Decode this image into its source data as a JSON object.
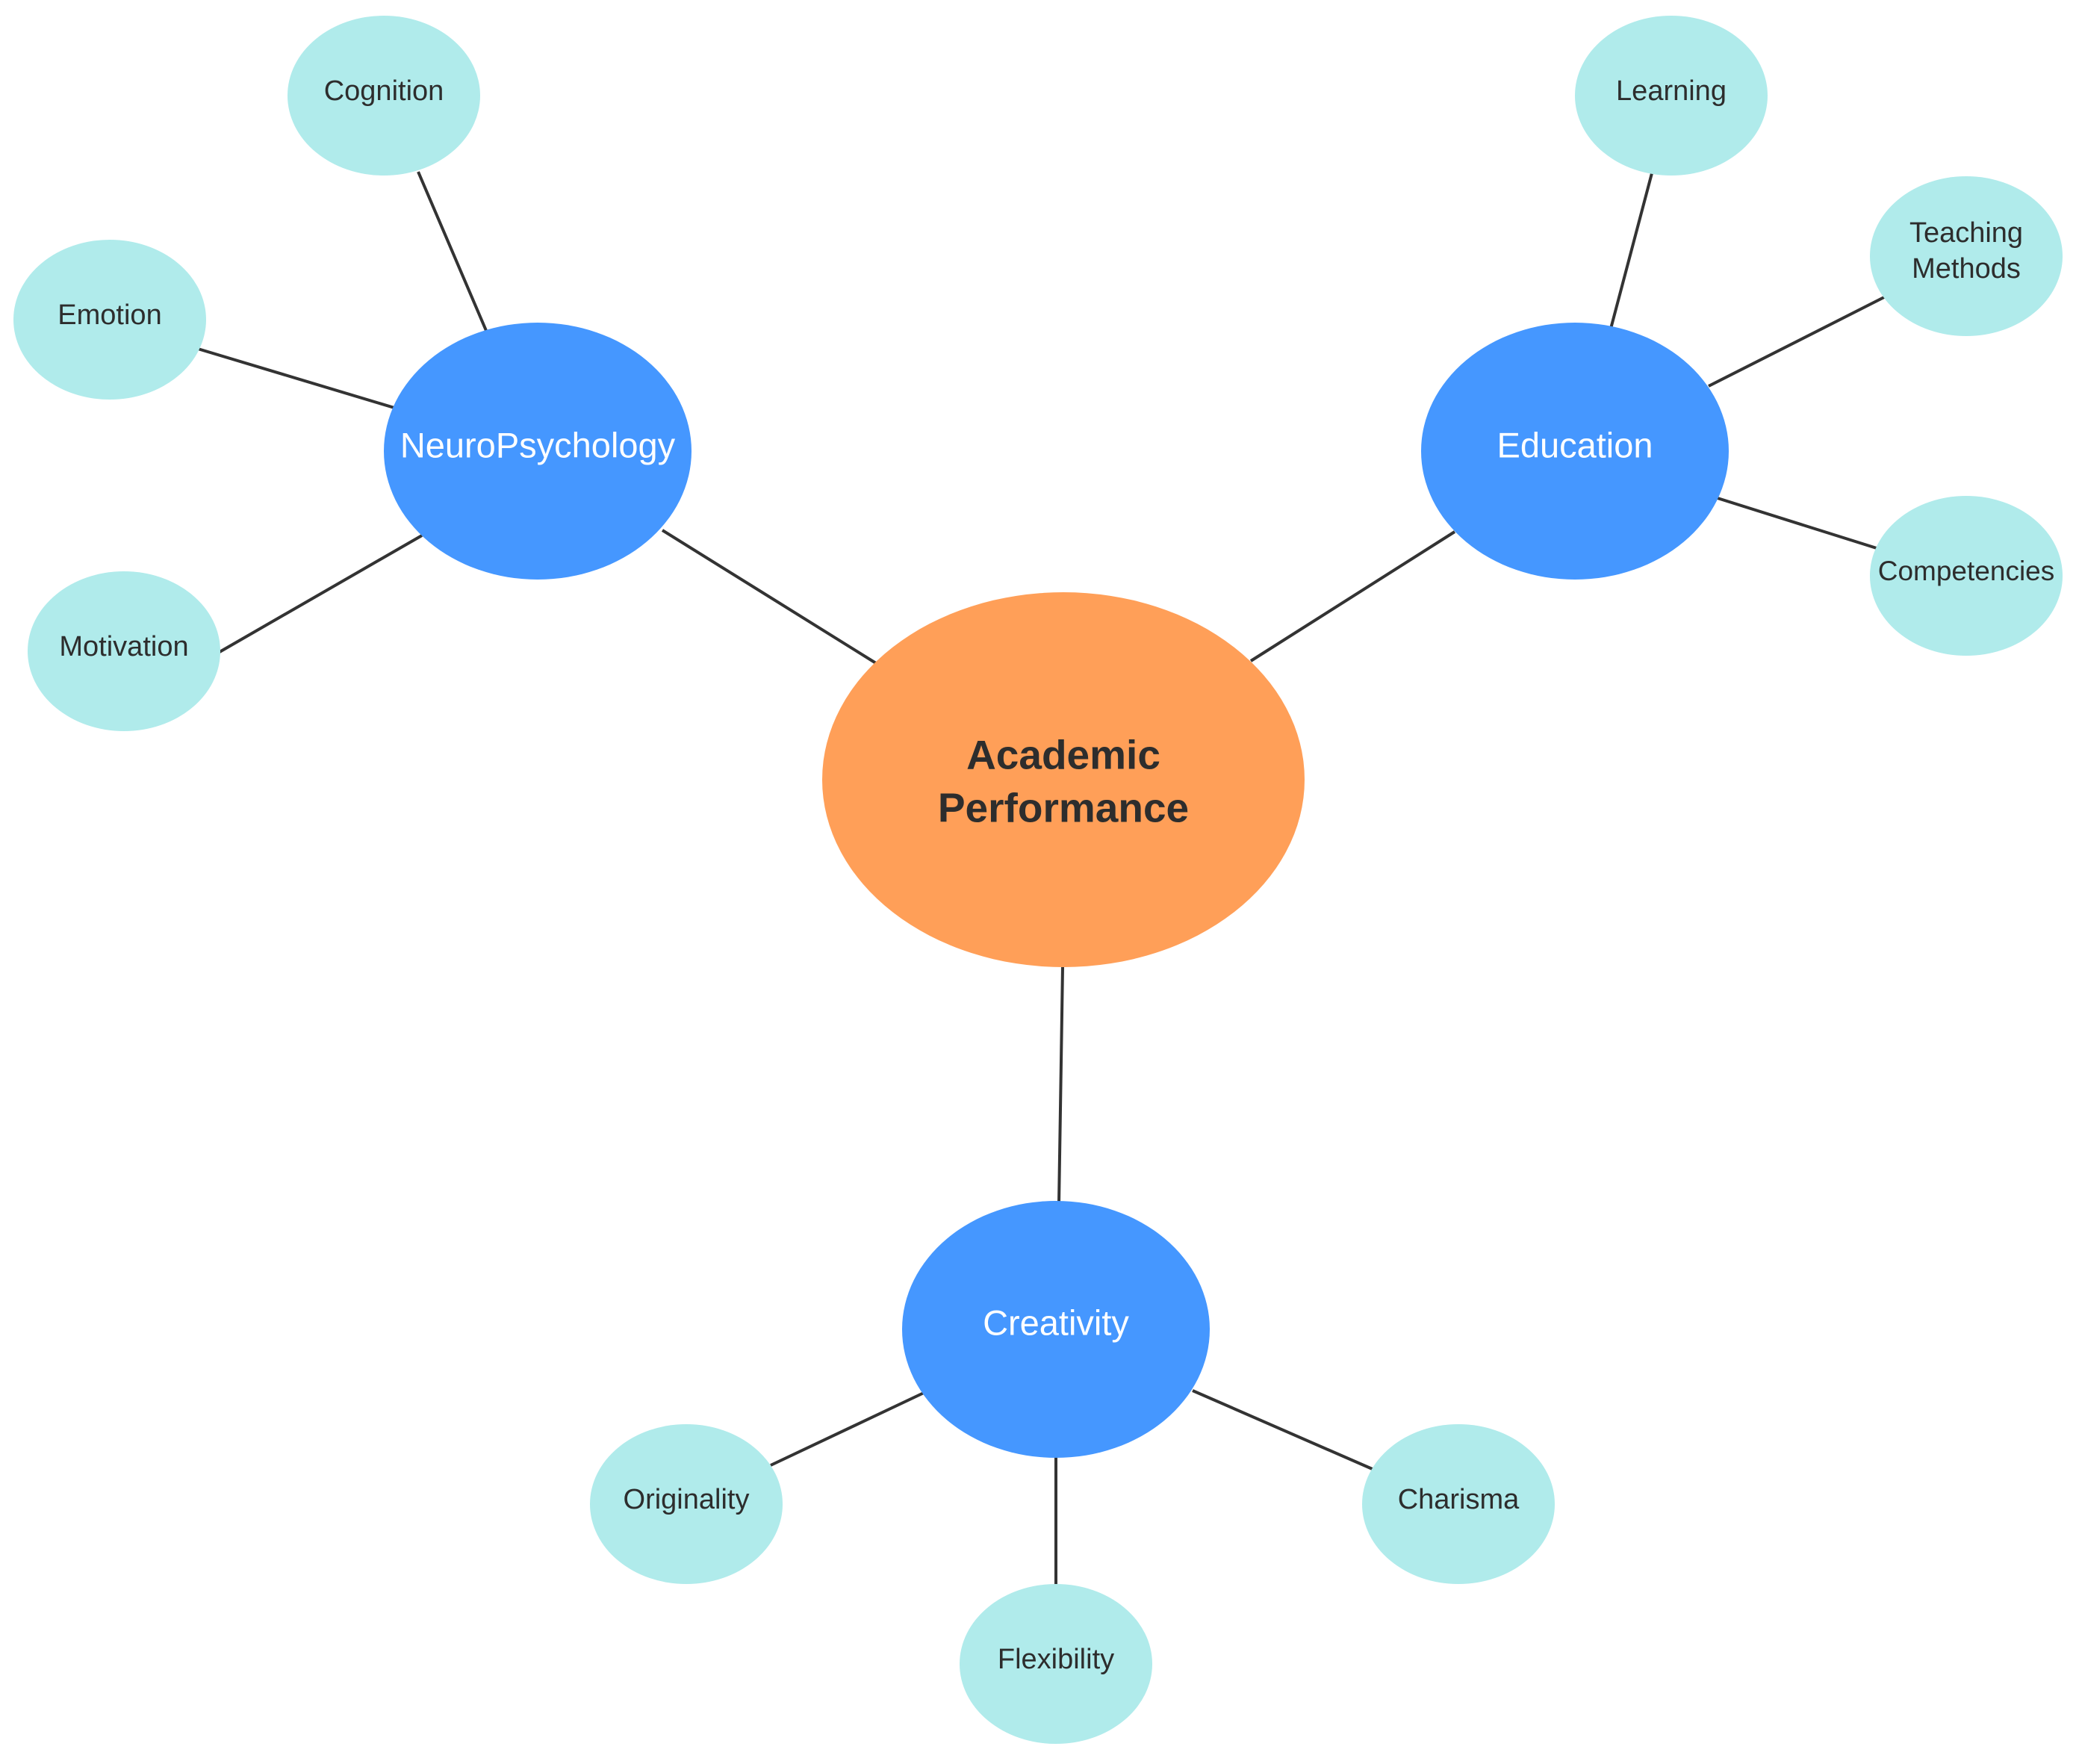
{
  "colors": {
    "background": "#ffffff",
    "center_fill": "#ff9f58",
    "center_text": "#2d2d2d",
    "branch_fill": "#4597ff",
    "branch_text": "#ffffff",
    "leaf_fill": "#b0ebeb",
    "leaf_text": "#2d2d2d",
    "connector": "#333333"
  },
  "center": {
    "label_line1": "Academic",
    "label_line2": "Performance"
  },
  "branches": {
    "neuropsychology": {
      "label": "NeuroPsychology",
      "leaves": {
        "cognition": "Cognition",
        "emotion": "Emotion",
        "motivation": "Motivation"
      }
    },
    "education": {
      "label": "Education",
      "leaves": {
        "learning": "Learning",
        "teaching_line1": "Teaching",
        "teaching_line2": "Methods",
        "competencies": "Competencies"
      }
    },
    "creativity": {
      "label": "Creativity",
      "leaves": {
        "originality": "Originality",
        "flexibility": "Flexibility",
        "charisma": "Charisma"
      }
    }
  }
}
